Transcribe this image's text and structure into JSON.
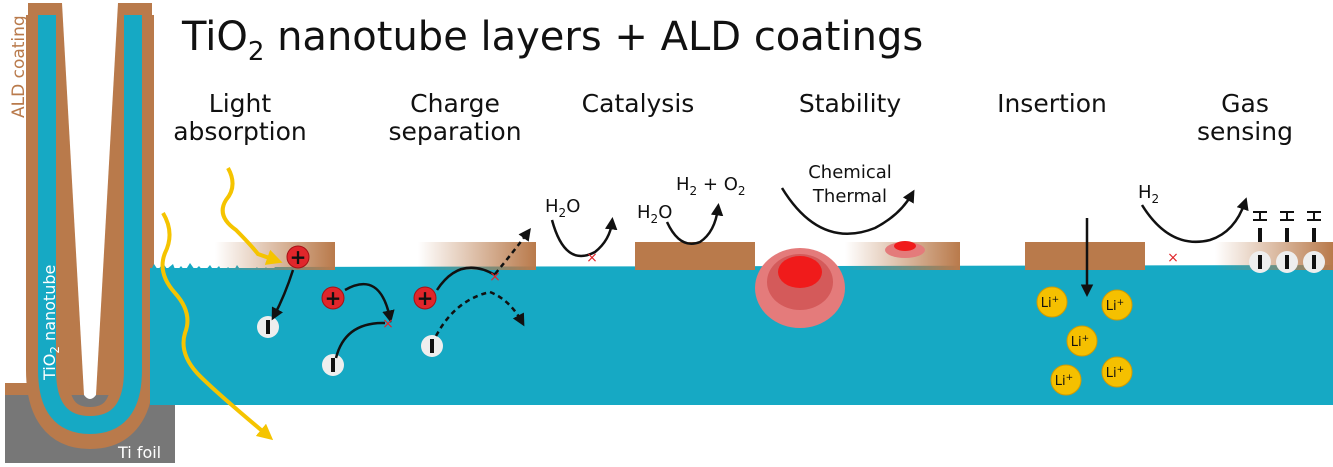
{
  "title": {
    "pre": "TiO",
    "sub": "2",
    "post": " nanotube layers + ALD coatings"
  },
  "side_labels": {
    "ald_coating": "ALD coating",
    "nanotube_pre": "TiO",
    "nanotube_sub": "2",
    "nanotube_post": " nanotube",
    "ti_foil": "Ti foil"
  },
  "sections": [
    {
      "line1": "Light",
      "line2": "absorption"
    },
    {
      "line1": "Charge",
      "line2": "separation"
    },
    {
      "line1": "Catalysis",
      "line2": ""
    },
    {
      "line1": "Stability",
      "line2": ""
    },
    {
      "line1": "Insertion",
      "line2": ""
    },
    {
      "line1": "Gas",
      "line2": "sensing"
    }
  ],
  "chem": {
    "h2o_a": {
      "pre": "H",
      "sub": "2",
      "post": "O"
    },
    "h2o_b": {
      "pre": "H",
      "sub": "2",
      "post": "O"
    },
    "products": {
      "a": "H",
      "a_sub": "2",
      "mid": " + O",
      "b_sub": "2"
    },
    "stability_1": "Chemical",
    "stability_2": "Thermal",
    "h2_gas": {
      "pre": "H",
      "sub": "2"
    },
    "li_ion": "Li",
    "li_charge": "+",
    "plus": "+"
  },
  "colors": {
    "tio2": "#16a9c4",
    "ald": "#b97a4b",
    "foil": "#777777",
    "light": "#f5c400",
    "hole": "#e0262b",
    "li": "#f5c000"
  }
}
